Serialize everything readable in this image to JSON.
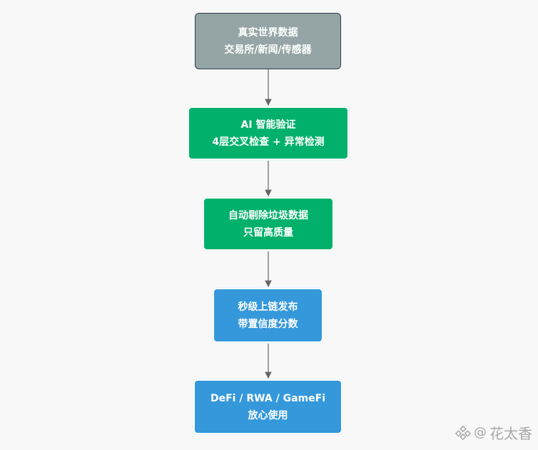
{
  "flow": {
    "nodes": [
      {
        "line1": "真实世界数据",
        "line2": "交易所/新闻/传感器"
      },
      {
        "line1": "AI 智能验证",
        "line2": "4层交叉检查 + 异常检测"
      },
      {
        "line1": "自动剔除垃圾数据",
        "line2": "只留高质量"
      },
      {
        "line1": "秒级上链发布",
        "line2": "带置信度分数"
      },
      {
        "line1": "DeFi / RWA / GameFi",
        "line2": "放心使用"
      }
    ]
  },
  "colors": {
    "source": "#95a5a6",
    "verify": "#00b06b",
    "publish": "#3498db",
    "arrow": "#666666"
  },
  "watermark": {
    "at": "@",
    "name": "花太香",
    "icon": "binance-diamond-icon"
  }
}
